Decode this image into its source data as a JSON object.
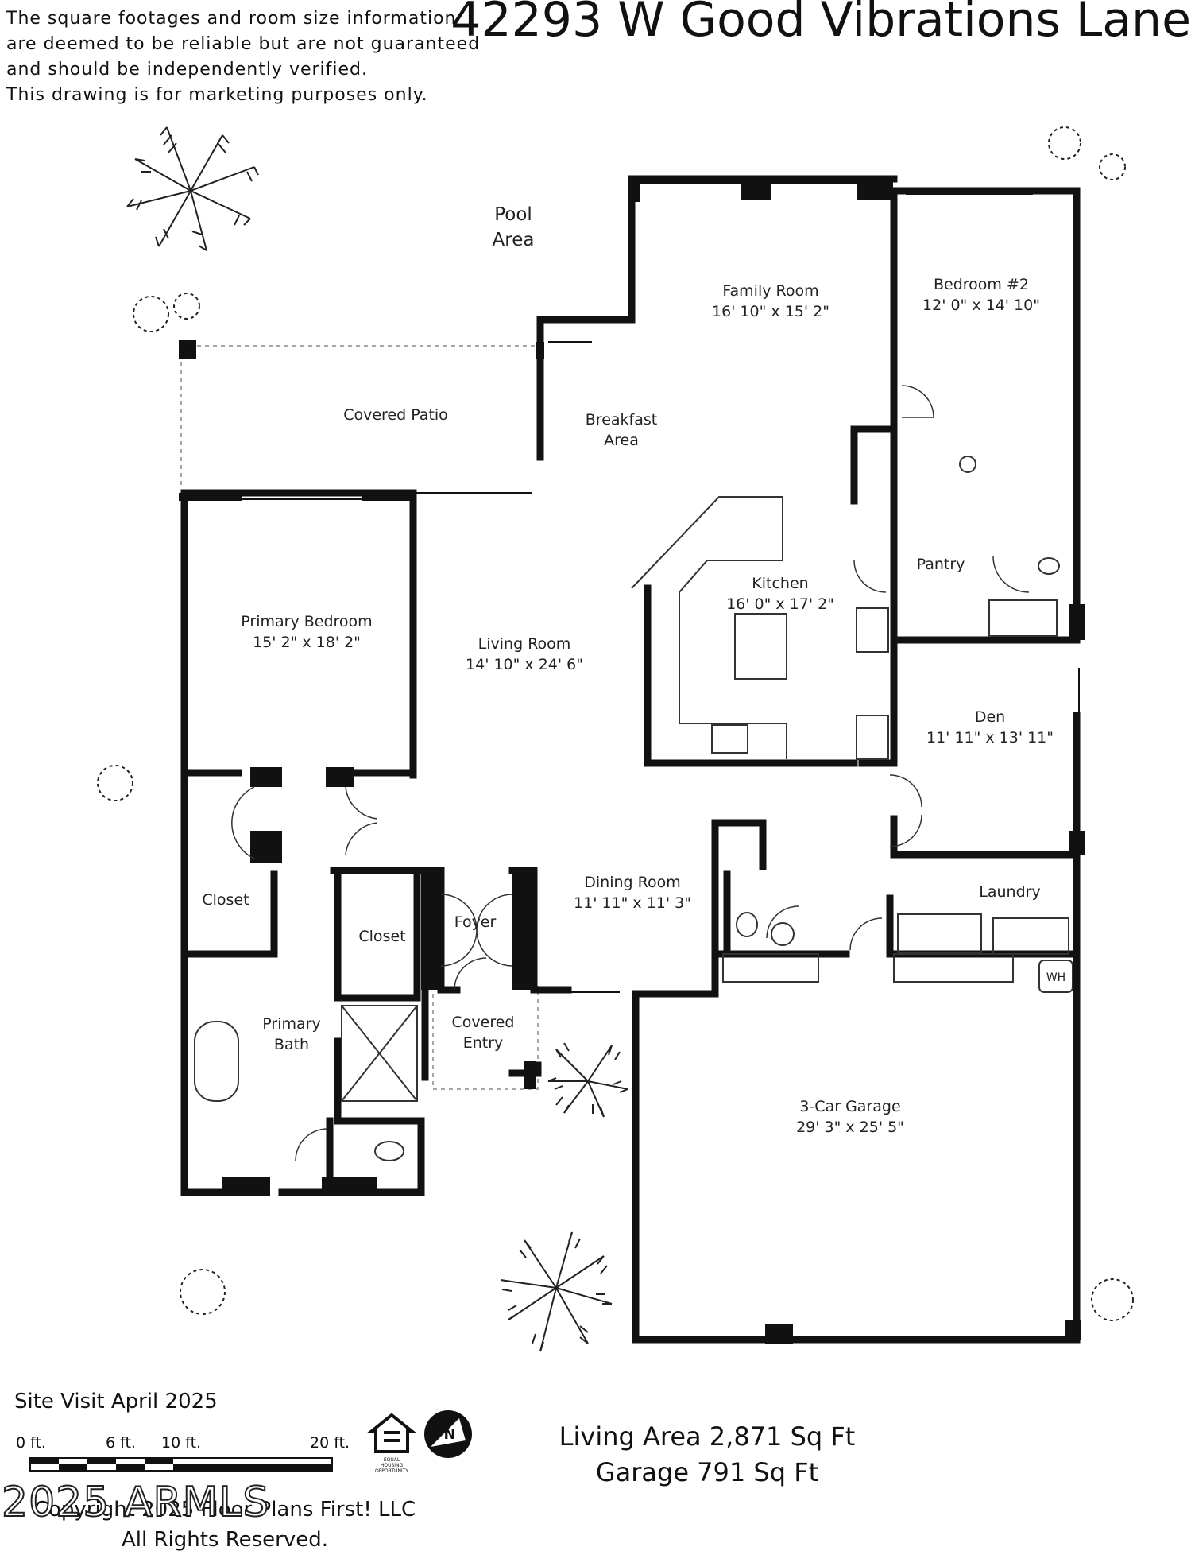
{
  "title": "42293 W Good Vibrations Lane",
  "disclaimer": [
    "The square footages and room size information",
    "are deemed to be reliable but are not guaranteed",
    "and should be independently verified.",
    "This drawing is for marketing purposes only."
  ],
  "rooms": {
    "pool": [
      "Pool",
      "Area"
    ],
    "family": [
      "Family Room",
      "16' 10\" x 15' 2\""
    ],
    "bedroom2": [
      "Bedroom #2",
      "12' 0\" x 14' 10\""
    ],
    "patio": [
      "Covered Patio"
    ],
    "breakfast": [
      "Breakfast",
      "Area"
    ],
    "kitchen": [
      "Kitchen",
      "16' 0\" x 17' 2\""
    ],
    "pantry": [
      "Pantry"
    ],
    "primary_bed": [
      "Primary Bedroom",
      "15' 2\" x 18' 2\""
    ],
    "living": [
      "Living Room",
      "14' 10\" x 24' 6\""
    ],
    "den": [
      "Den",
      "11' 11\" x 13' 11\""
    ],
    "closet1": [
      "Closet"
    ],
    "closet2": [
      "Closet"
    ],
    "foyer": [
      "Foyer"
    ],
    "dining": [
      "Dining Room",
      "11' 11\" x 11' 3\""
    ],
    "laundry": [
      "Laundry"
    ],
    "primary_bath": [
      "Primary",
      "Bath"
    ],
    "entry": [
      "Covered",
      "Entry"
    ],
    "garage": [
      "3-Car Garage",
      "29' 3\" x 25' 5\""
    ],
    "wh": [
      "WH"
    ]
  },
  "footer": {
    "site_visit": "Site Visit April 2025",
    "scale_ticks": [
      "0 ft.",
      "6 ft.",
      "10 ft.",
      "20 ft."
    ],
    "living_area": "Living Area 2,871 Sq Ft",
    "garage_area": "Garage 791 Sq Ft",
    "copyright_1": "Copyright 2025 Floor Plans First! LLC",
    "copyright_2": "All Rights Reserved.",
    "watermark": "2025 ARMLS",
    "equal_housing": [
      "EQUAL",
      "HOUSING",
      "OPPORTUNITY"
    ],
    "compass": "N"
  }
}
